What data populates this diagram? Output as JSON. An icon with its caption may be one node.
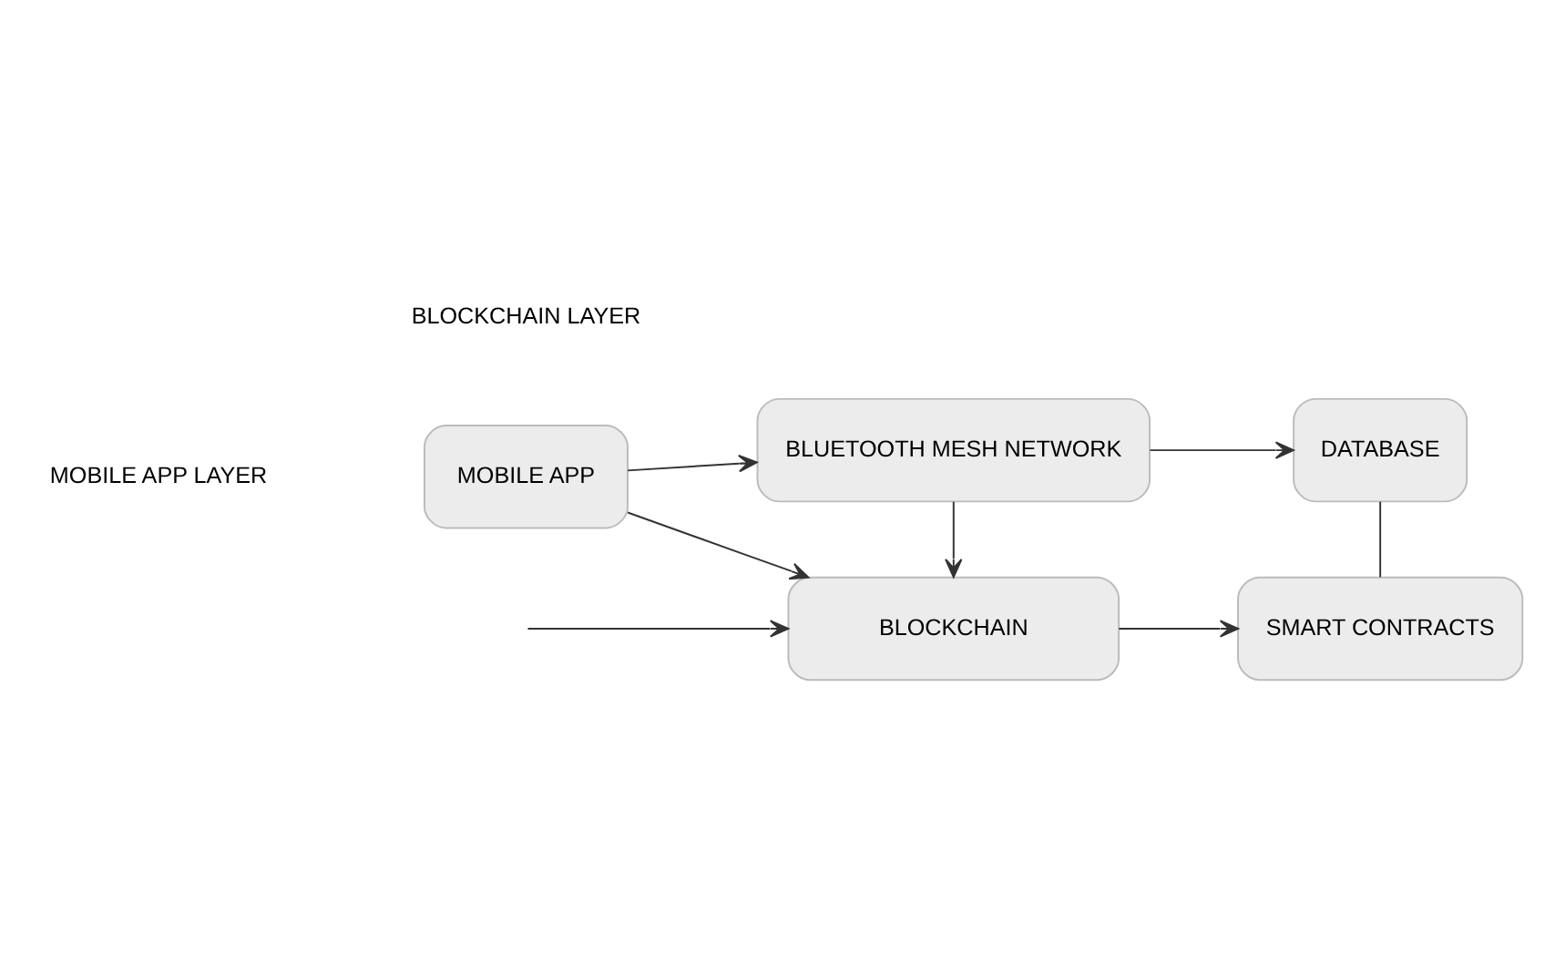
{
  "diagram": {
    "nodes": [
      {
        "text": [
          "MOBILE APP"
        ]
      },
      {
        "text": [
          "BLUETOOTH MESH NETWORK"
        ]
      },
      {
        "text": [
          "DATABASE"
        ]
      },
      {
        "text": [
          "BLOCKCHAIN"
        ]
      },
      {
        "text": [
          "SMART CONTRACTS"
        ]
      }
    ],
    "edges": [
      {
        "from": 0,
        "to": 1,
        "arrow": "to"
      },
      {
        "from": 1,
        "to": 2,
        "arrow": "to"
      },
      {
        "from": 1,
        "to": 3,
        "arrow": "to"
      },
      {
        "from": 0,
        "to": 3,
        "arrow": "to"
      },
      {
        "from": 3,
        "to": 4,
        "arrow": "to"
      },
      {
        "from": 2,
        "to": 4,
        "arrow": "none"
      },
      {
        "from": null,
        "to": 3,
        "arrow": "to"
      }
    ],
    "labels": [
      "MOBILE APP LAYER",
      "BLOCKCHAIN LAYER"
    ]
  }
}
